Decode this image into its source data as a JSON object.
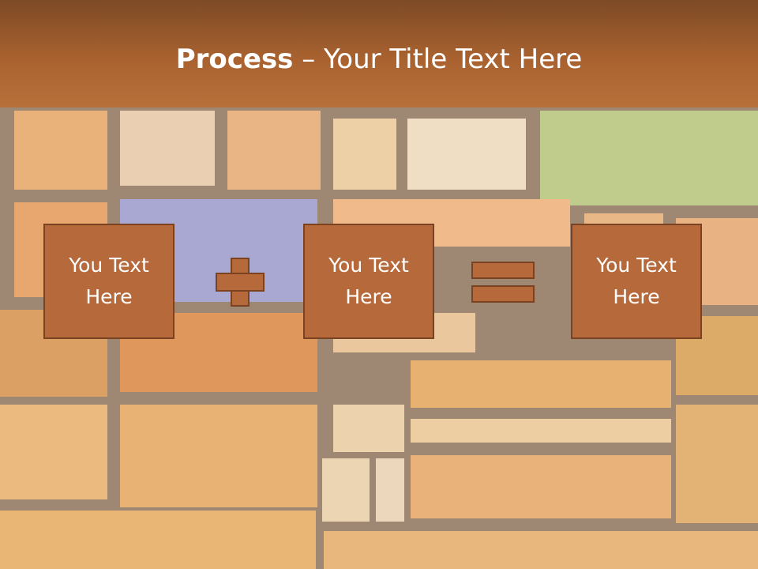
{
  "slide": {
    "title_bold": "Process",
    "title_rest": " – Your Title Text Here"
  },
  "boxes": [
    {
      "text": "You Text Here"
    },
    {
      "text": "You Text Here"
    },
    {
      "text": "You Text Here"
    }
  ],
  "operators": [
    "plus-icon",
    "equals-icon"
  ],
  "colors": {
    "header": "#a9622f",
    "box_fill": "#b6693a",
    "box_border": "#7a4220",
    "text": "#ffffff"
  }
}
